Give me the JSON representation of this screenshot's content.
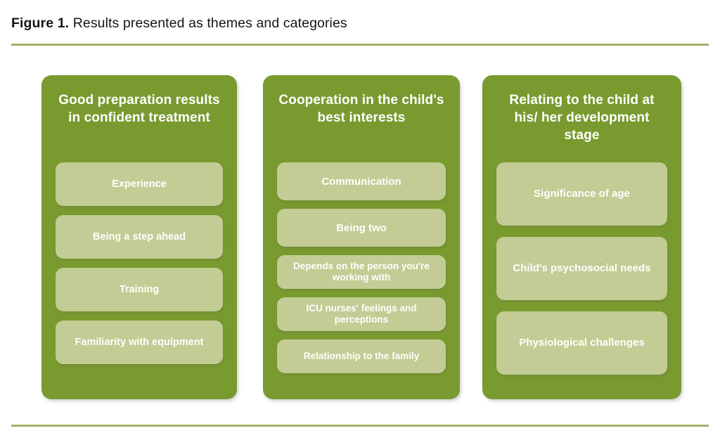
{
  "caption": {
    "label": "Figure 1.",
    "text": " Results presented as themes and categories"
  },
  "colors": {
    "panel_green": "#799A2F",
    "card_green": "#C2CC94",
    "rule_green": "#9AAB5E",
    "text_white": "#FFFFFF",
    "caption_text": "#161616",
    "background": "#FFFFFF"
  },
  "figure": {
    "columns": [
      {
        "title": "Good preparation results in confident treatment",
        "cards": [
          {
            "label": "Experience",
            "size": "regular"
          },
          {
            "label": "Being a step ahead",
            "size": "regular"
          },
          {
            "label": "Training",
            "size": "regular"
          },
          {
            "label": "Familiarity with equipment",
            "size": "regular"
          }
        ]
      },
      {
        "title": "Cooperation in the child's best interests",
        "cards": [
          {
            "label": "Communication",
            "size": "regular"
          },
          {
            "label": "Being two",
            "size": "regular"
          },
          {
            "label": "Depends on the person you're working with",
            "size": "compact"
          },
          {
            "label": "ICU nurses' feelings and perceptions",
            "size": "compact"
          },
          {
            "label": "Relationship to the family",
            "size": "compact"
          }
        ]
      },
      {
        "title": "Relating to the child at his/ her development stage",
        "cards": [
          {
            "label": "Significance of age",
            "size": "large"
          },
          {
            "label": "Child's psychosocial needs",
            "size": "large"
          },
          {
            "label": "Physiological challenges",
            "size": "large"
          }
        ]
      }
    ]
  }
}
